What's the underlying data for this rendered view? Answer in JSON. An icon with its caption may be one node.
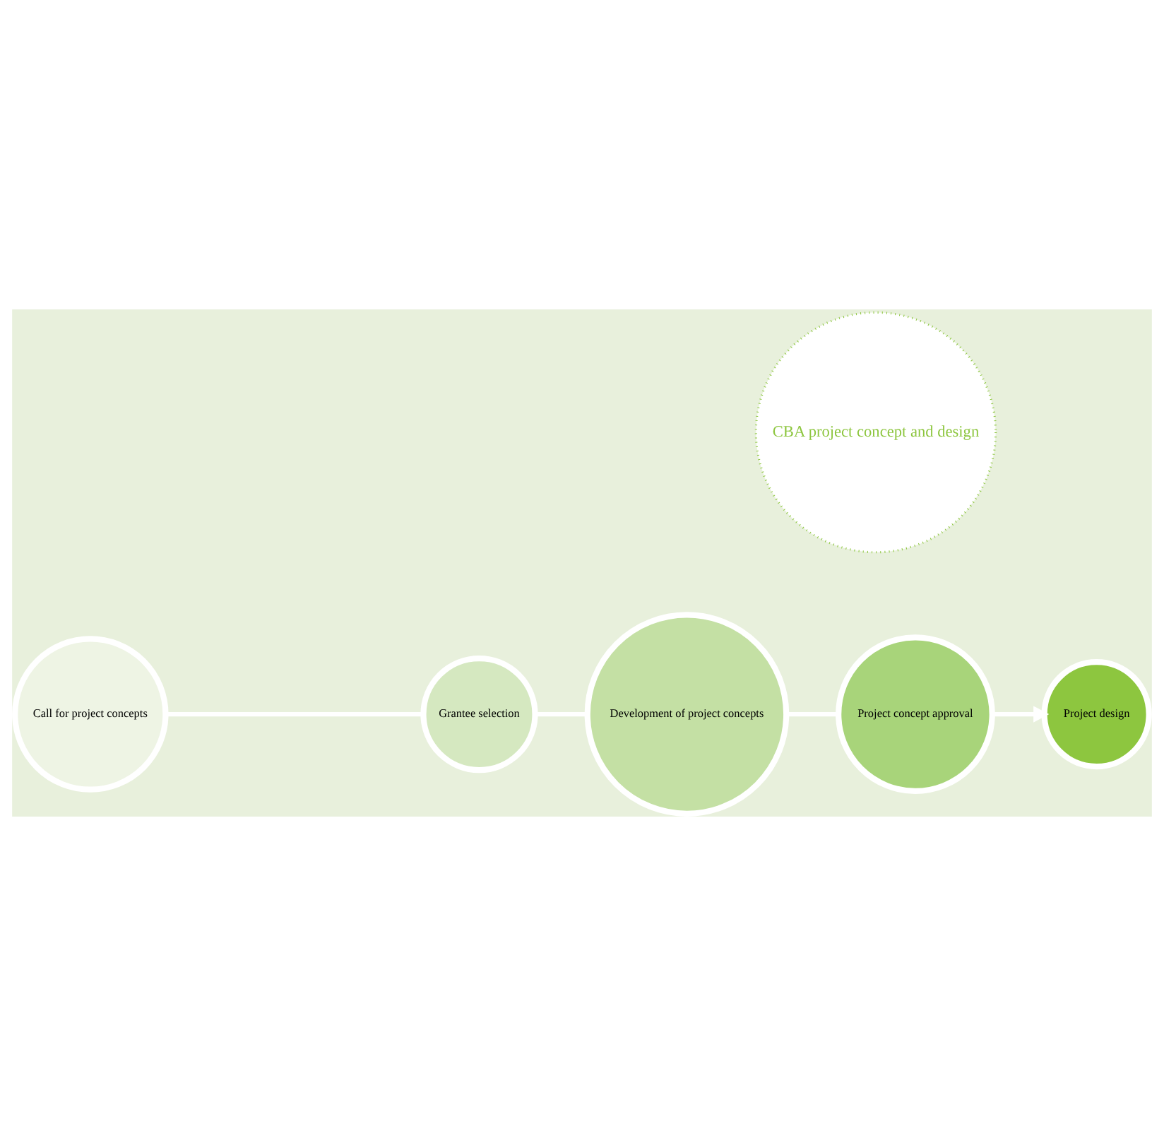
{
  "diagram": {
    "nodes": [
      {
        "text": [
          "Grantee selection"
        ]
      },
      {
        "text": [
          "Development of project concepts"
        ]
      },
      {
        "text": [
          "CBA project concept and design"
        ]
      },
      {
        "text": [
          "Call for project concepts"
        ]
      },
      {
        "text": [
          "Project concept approval"
        ]
      },
      {
        "text": [
          "Project design"
        ]
      }
    ],
    "edges": [
      {
        "from": 3,
        "to": 0,
        "arrow": "none"
      },
      {
        "from": 0,
        "to": 1,
        "arrow": "none"
      },
      {
        "from": 1,
        "to": 4,
        "arrow": "none"
      },
      {
        "from": 4,
        "to": 5,
        "arrow": "to"
      }
    ]
  }
}
